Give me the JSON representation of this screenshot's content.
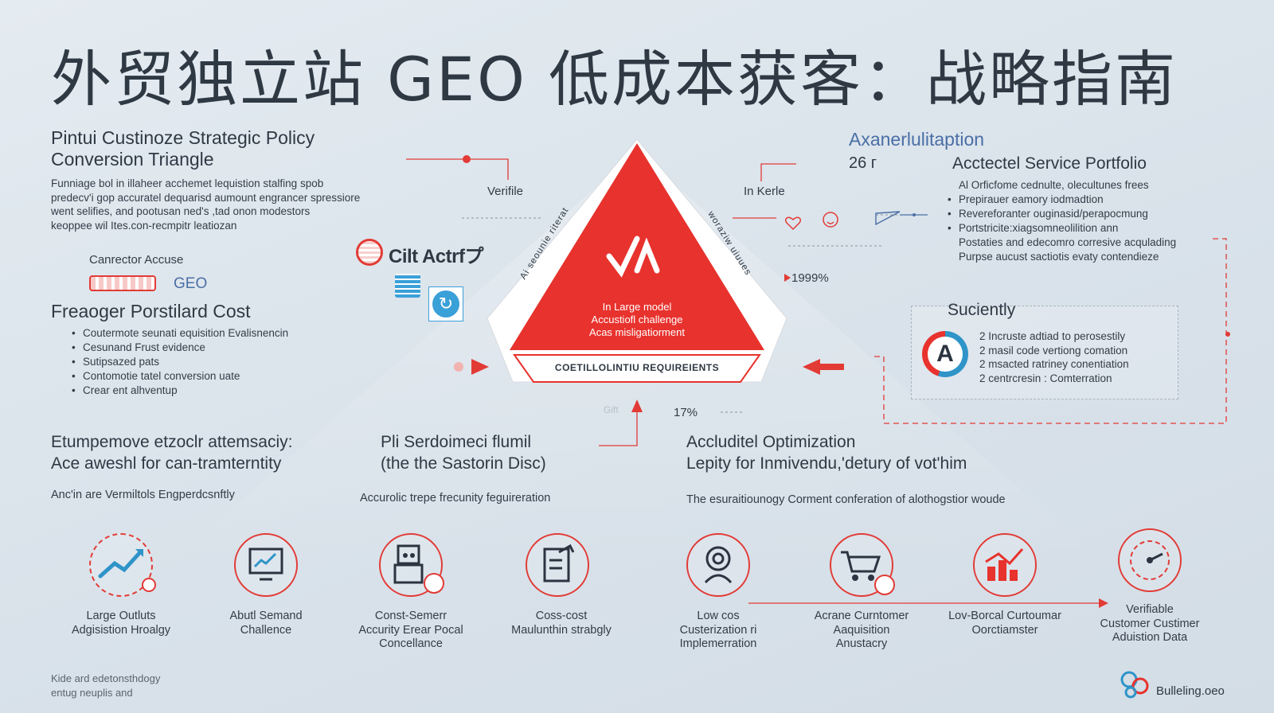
{
  "title": "外贸独立站 GEO 低成本获客：战略指南",
  "left_top": {
    "heading": "Pintui Custinoze Strategic Policy Conversion Triangle",
    "paragraph": [
      "Funniage bol in illaheer acchemet lequistion stalfing spob",
      "predecv'i gop accuratel dequarisd aumount engrancer spressiore",
      "went selifies, and pootusan ned's ,tad onon modestors",
      "keoppee wil Ites.con-recmpitr leatiozan"
    ]
  },
  "connector": {
    "label": "Canrector Accuse",
    "tag": "GEO"
  },
  "cost": {
    "heading": "Freaoger Porstilard Cost",
    "bullets": [
      "Coutermote seunati equisition Evalisnencin",
      "Cesunand Frust evidence",
      "Sutipsazed pats",
      "Contomotie tatel conversion uate",
      "Crear ent alhventup"
    ]
  },
  "brand_mark": "Cilt Actrfプ",
  "triangle": {
    "left_edge": "Ai seounie riterat",
    "right_edge": "woraziw uiuues",
    "center_lines": [
      "In Large model",
      "Accustiofl challenge",
      "Acas misligatiorment"
    ],
    "base_label": "COETILLOLINTIU REQUIREIENTS"
  },
  "callouts": {
    "verifile": "Verifile",
    "in_kerle": "In Kerle",
    "pct_high": "1999%",
    "pct_low": "17%",
    "gift": "Gift"
  },
  "top_right": {
    "title": "Axanerlulitaption",
    "figure": "26 г",
    "heading": "Acctectel Service Portfolio",
    "lead": "Al Orficfome cednulte, olecultunes frees",
    "bullets": [
      "Prepirauer eamory iodmadtion",
      "Revereforanter ouginasid/perapocmung",
      "Portstricite:xiagsomneolilition ann"
    ],
    "tail": [
      "Postaties and edecomro corresive acqulading",
      "Purpse aucust sactiotis evaty contendieze"
    ]
  },
  "society": {
    "heading": "Suciently",
    "avatar_letter": "A",
    "items": [
      "2 Incruste adtiad to perosestily",
      "2 masil code vertiong comation",
      "2 msacted ratriney conentiation",
      "2 centrcresin : Comterration"
    ]
  },
  "middle": {
    "col1": {
      "heading": [
        "Etumpemove etzoclr attemsaciy:",
        "Ace aweshl for can-tramterntity"
      ],
      "note": "Anc'in are Vermiltols Engperdcsnftly"
    },
    "col2": {
      "heading": [
        "Pli Serdoimeci flumil",
        "(the the Sastorin Disc)"
      ],
      "note": "Accurolic trepe frecunity feguireration"
    },
    "col3": {
      "heading": [
        "Accluditel Optimization",
        "Lepity for Inmivendu,'detury of vot'him"
      ],
      "note": "The esuraitiounogy Corment conferation of alothogstior woude"
    }
  },
  "tiles": [
    {
      "icon": "trend-arrow-icon",
      "lines": [
        "Large Outluts",
        "Adgisistion Hroalgy"
      ]
    },
    {
      "icon": "monitor-chart-icon",
      "lines": [
        "Abutl Semand",
        "Challence"
      ]
    },
    {
      "icon": "robot-search-icon",
      "lines": [
        "Const-Semerr",
        "Accurity Erear Pocal",
        "Concellance"
      ]
    },
    {
      "icon": "clipboard-growth-icon",
      "lines": [
        "Coss-cost",
        "Maulunthin strabgly"
      ]
    },
    {
      "icon": "user-target-icon",
      "lines": [
        "Low cos",
        "Custerization ri",
        "Implemerration"
      ]
    },
    {
      "icon": "cart-icon",
      "lines": [
        "Acrane Curntomer",
        "Aaquisition",
        "Anustacry"
      ]
    },
    {
      "icon": "bar-growth-icon",
      "lines": [
        "Lov-Borcal Curtoumar",
        "Oorctiamster"
      ]
    },
    {
      "icon": "gauge-icon",
      "lines": [
        "Verifiable",
        "Customer Custimer",
        "Aduistion Data"
      ]
    }
  ],
  "footer": {
    "note": [
      "Kide ard edetonsthdogy",
      "entug neuplis and"
    ],
    "brand": "Bulleling.oeo"
  },
  "colors": {
    "accent": "#e23b36",
    "text": "#2f3944",
    "blue": "#2f94c8"
  }
}
